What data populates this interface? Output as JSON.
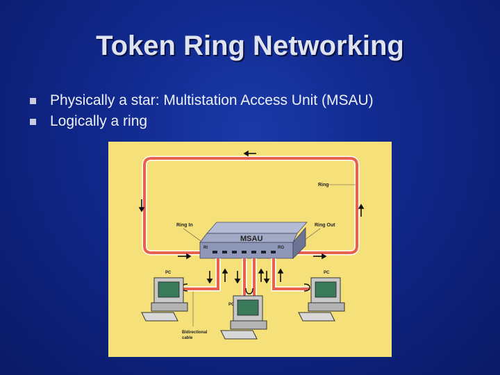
{
  "slide": {
    "title": "Token Ring Networking",
    "bullets": [
      "Physically a star: Multistation Access Unit (MSAU)",
      "Logically a ring"
    ]
  },
  "diagram": {
    "hub_label": "MSAU",
    "ring_label": "Ring",
    "ring_in_label": "Ring In",
    "ring_out_label": "Ring Out",
    "ri_label": "RI",
    "ro_label": "RO",
    "pc_label": "PC",
    "cable_label_line1": "Bidirectional",
    "cable_label_line2": "cable",
    "colors": {
      "background": "#f6e07a",
      "ring": "#e8604e",
      "hub": "#8f97b8"
    }
  }
}
